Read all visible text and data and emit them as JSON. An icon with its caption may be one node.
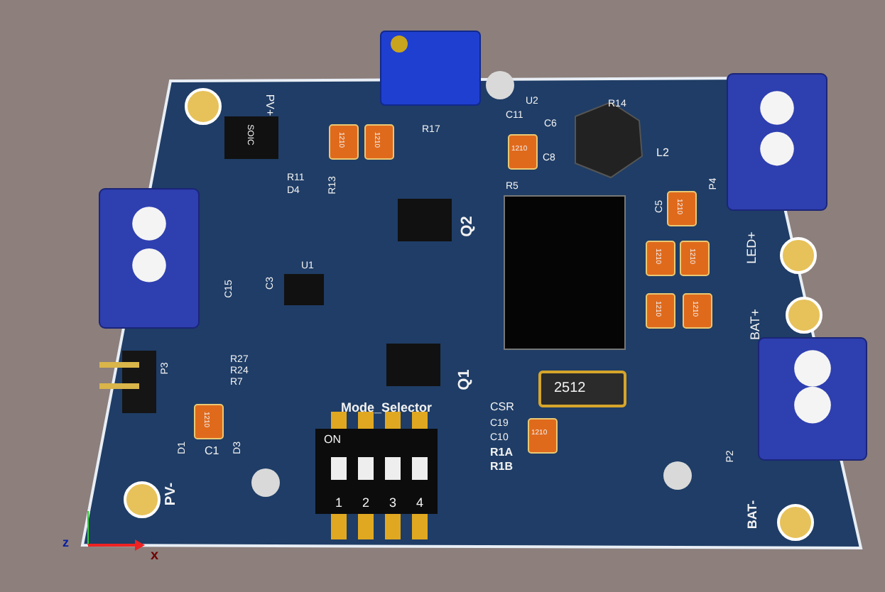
{
  "diagram": {
    "labels": [
      "PV+",
      "SOIC",
      "R17",
      "R11",
      "D4",
      "R13",
      "Q2",
      "U2",
      "R14",
      "C11",
      "C8",
      "C6",
      "L2",
      "R5",
      "P4",
      "C5",
      "LED+",
      "BAT+",
      "U1",
      "C3",
      "C15",
      "Q1",
      "P3",
      "R27",
      "R24",
      "R7",
      "C1",
      "D1",
      "D3",
      "Mode_Selector",
      "ON",
      "1",
      "2",
      "3",
      "4",
      "PV-",
      "2512",
      "CSR",
      "C19",
      "C10",
      "R1A",
      "R1B",
      "P2",
      "BAT-",
      "z",
      "x",
      "1210",
      "1210",
      "1210",
      "1210",
      "1210",
      "1210",
      "1210",
      "1210",
      "1210",
      "1210"
    ]
  }
}
